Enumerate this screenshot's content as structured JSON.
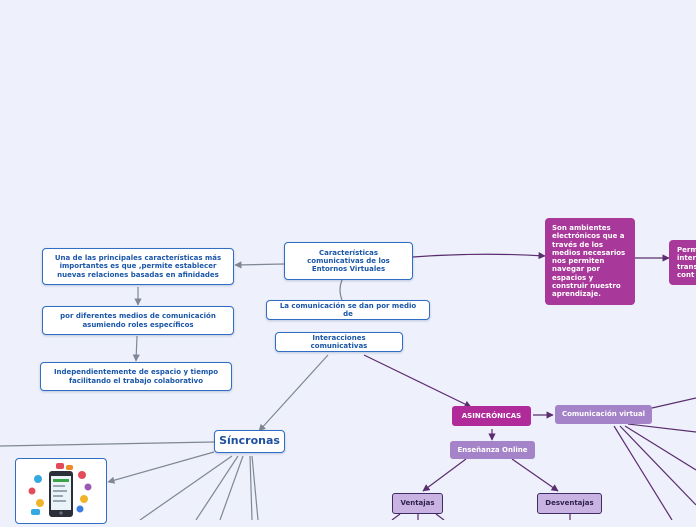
{
  "nodes": {
    "root": "Características comunicativas de los Entornos Virtuales",
    "relation": "Una de las principales características más importantes es que ,permite establecer nuevas relaciones basadas en afinidades",
    "means": "por diferentes medios de comunicación asumiendo roles específicos",
    "independence": "Independientemente de espacio y tiempo facilitando el trabajo colaborativo",
    "communication_via": "La comunicación se dan por medio de",
    "interactions": "Interacciones comunicativas",
    "sincronas": "Síncronas",
    "definition": "Son ambientes electrónicos que a través de los medios necesarios nos permiten navegar por espacios y construir nuestro aprendizaje.",
    "right_partial": "Perm inter trans cont",
    "asincronicas": "ASINCRÓNICAS",
    "virtual": "Comunicación virtual",
    "online": "Enseñanza Online",
    "ventajas": "Ventajas",
    "desventajas": "Desventajas"
  },
  "colors": {
    "background": "#eef0fb",
    "blue_border": "#2f6ec2",
    "connector_gray": "#7f8796",
    "connector_purple": "#5a2d6e",
    "purple_node": "#a8389a",
    "lavender_node": "#a483c8"
  },
  "icons": {
    "phone_illustration": "smartphone-social-icons"
  }
}
